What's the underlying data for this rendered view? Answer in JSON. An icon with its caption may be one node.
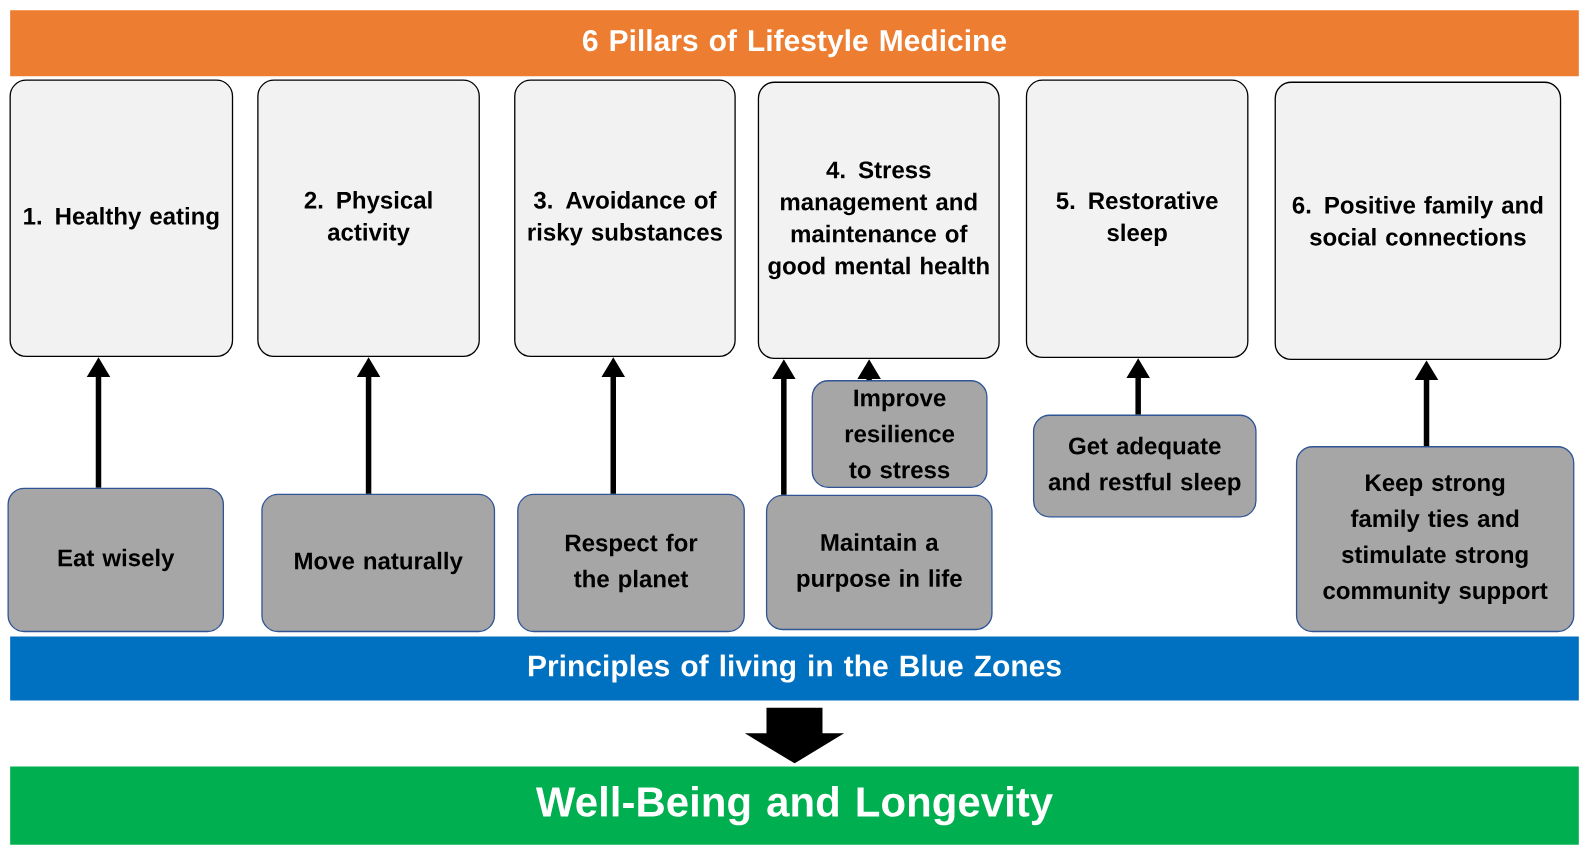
{
  "diagram": {
    "nodes": [
      {
        "text": [
          "6 Pillars of Lifestyle Medicine"
        ]
      },
      {
        "text": [
          "1. Healthy eating"
        ]
      },
      {
        "text": [
          "2. Physical activity"
        ]
      },
      {
        "text": [
          "3. Avoidance of risky substances"
        ]
      },
      {
        "text": [
          "4. Stress management and maintenance of good mental health"
        ]
      },
      {
        "text": [
          "5. Restorative sleep"
        ]
      },
      {
        "text": [
          "6. Positive family and social connections"
        ]
      },
      {
        "text": [
          "Eat wisely"
        ]
      },
      {
        "text": [
          "Move naturally"
        ]
      },
      {
        "text": [
          "Respect for the planet"
        ]
      },
      {
        "text": [
          "Improve resilience to stress"
        ]
      },
      {
        "text": [
          "Maintain a purpose in life"
        ]
      },
      {
        "text": [
          "Get adequate and restful sleep"
        ]
      },
      {
        "text": [
          "Keep strong family ties and stimulate strong community support"
        ]
      },
      {
        "text": [
          "Principles of living in the Blue Zones"
        ]
      },
      {
        "text": [
          "Well-Being and Longevity"
        ]
      }
    ],
    "edges": [
      {
        "from": 7,
        "to": 1,
        "arrow": "to"
      },
      {
        "from": 8,
        "to": 2,
        "arrow": "to"
      },
      {
        "from": 9,
        "to": 3,
        "arrow": "to"
      },
      {
        "from": 10,
        "to": 4,
        "arrow": "to"
      },
      {
        "from": 11,
        "to": 4,
        "arrow": "to"
      },
      {
        "from": 12,
        "to": 5,
        "arrow": "to"
      },
      {
        "from": 13,
        "to": 6,
        "arrow": "to"
      },
      {
        "from": 14,
        "to": 15,
        "arrow": "to",
        "style": "thick"
      }
    ]
  }
}
